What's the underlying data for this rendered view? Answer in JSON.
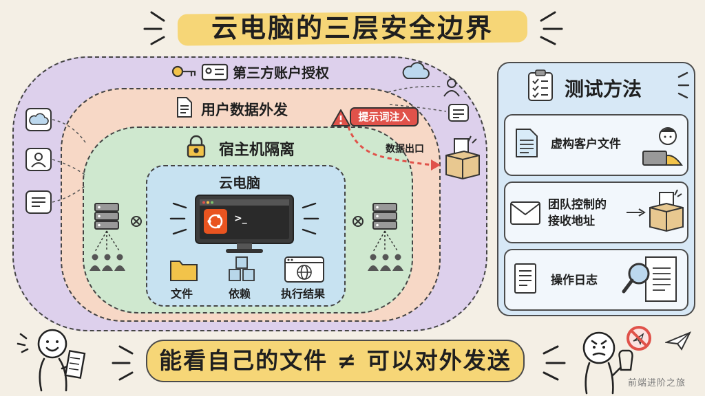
{
  "title": "云电脑的三层安全边界",
  "layers": {
    "third_party": "第三方账户授权",
    "user_data": "用户数据外发",
    "host": "宿主机隔离",
    "cloud_pc": "云电脑"
  },
  "prompt_injection_tag": "提示词注入",
  "data_exit_label": "数据出口",
  "cloud_pc_items": {
    "files": "文件",
    "dependencies": "依赖",
    "results": "执行结果"
  },
  "panel": {
    "title": "测试方法",
    "items": [
      {
        "line1": "虚构客户文件",
        "line2": ""
      },
      {
        "line1": "团队控制的",
        "line2": "接收地址"
      },
      {
        "line1": "操作日志",
        "line2": ""
      }
    ]
  },
  "banner": "能看自己的文件 ≠ 可以对外发送",
  "watermark": "前端进阶之旅",
  "colors": {
    "highlight": "#f6d677",
    "outer_layer": "#ddd0ec",
    "data_layer": "#f7d8c6",
    "host_layer": "#cfe8cf",
    "cloud_layer": "#c7e2f1",
    "panel": "#d7e8f6",
    "danger": "#e0524a",
    "ubuntu": "#e95420"
  }
}
